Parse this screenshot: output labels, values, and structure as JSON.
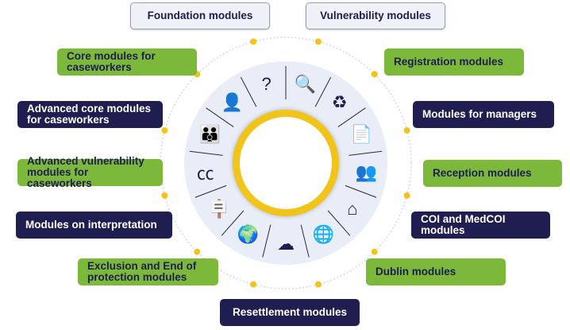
{
  "title_boxes": {
    "foundation": "Foundation modules",
    "vulnerability": "Vulnerability modules"
  },
  "left": {
    "core": "Core modules for caseworkers",
    "advanced_core": "Advanced core modules for caseworkers",
    "advanced_vulnerability": "Advanced vulnerability modules for caseworkers",
    "interpretation": "Modules on interpretation",
    "exclusion": "Exclusion and End of protection modules"
  },
  "right": {
    "registration": "Registration modules",
    "managers": "Modules for managers",
    "reception": "Reception modules",
    "coi": "COI and MedCOI modules",
    "dublin": "Dublin modules"
  },
  "bottom": {
    "resettlement": "Resettlement modules"
  },
  "icons": [
    "magnifier-chart-icon",
    "hands-cycle-icon",
    "documents-icon",
    "manager-team-icon",
    "house-bed-icon",
    "globe-search-icon",
    "computer-cloud-icon",
    "globe-hand-icon",
    "protest-sign-icon",
    "cc-ear-icon",
    "group-hands-icon",
    "person-options-icon",
    "head-question-icon"
  ],
  "colors": {
    "green": "#7cb83a",
    "navy": "#201e50",
    "yellow": "#f2c318",
    "disc": "#e9edf7"
  }
}
